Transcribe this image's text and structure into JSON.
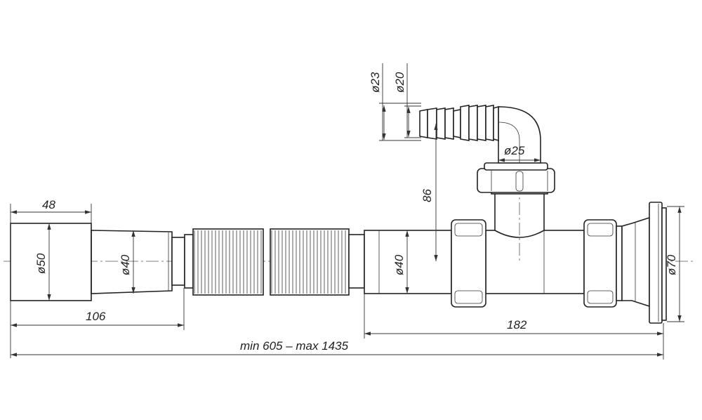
{
  "dimensions": {
    "cup_length": "48",
    "cup_diameter": "ø50",
    "inlet_pipe_diameter": "ø40",
    "inlet_length": "106",
    "hose_outer_diameter": "ø23",
    "hose_inner_diameter": "ø20",
    "elbow_diameter": "ø25",
    "branch_height": "86",
    "outlet_pipe_diameter": "ø40",
    "outlet_length": "182",
    "flange_diameter": "ø70",
    "total_length": "min 605 – max 1435"
  }
}
